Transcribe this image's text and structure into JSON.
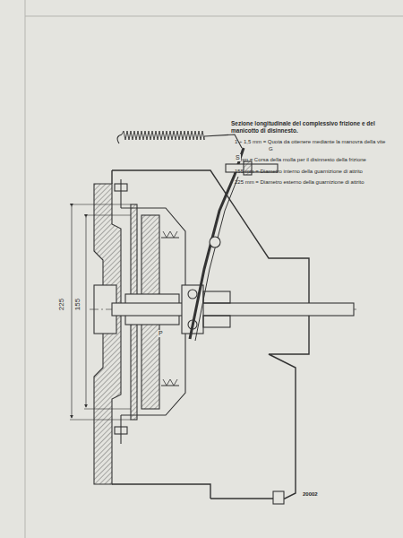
{
  "diagram": {
    "title": "Sezione longitudinale del complessivo frizione e del manicotto di disinnesto.",
    "labels": [
      "1 ÷ 1,5 mm = Quota da ottenere mediante la manovra della vite G",
      "8 mm = Corsa della molla per il disinnesto della frizione",
      "155 mm = Diametro interno della guarnizione di attrito",
      "225 mm = Diametro esterno della guarnizione di attrito",
      "225",
      "155",
      "S",
      "P",
      "20002"
    ]
  }
}
